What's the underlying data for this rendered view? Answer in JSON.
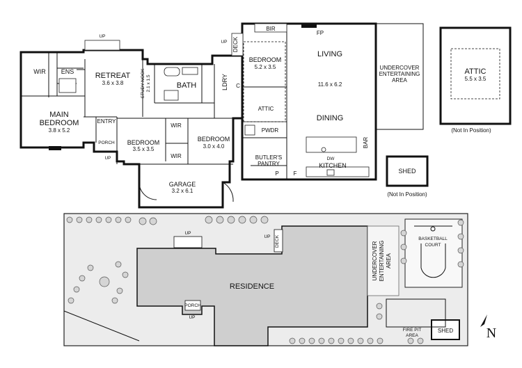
{
  "floor_plan": {
    "rooms": {
      "wir_main": "WIR",
      "ens": "ENS",
      "retreat": "RETREAT",
      "retreat_size": "3.6 x 3.8",
      "main_bedroom": "MAIN",
      "main_bedroom_2": "BEDROOM",
      "main_bedroom_size": "3.8 x 5.2",
      "entry": "ENTRY",
      "porch": "PORCH",
      "study_nook": "STUDY NOOK",
      "study_nook_size": "2.1 x 1.5",
      "bath": "BATH",
      "ldry": "LDRY",
      "c": "C",
      "wir_upper": "WIR",
      "wir_lower": "WIR",
      "bedroom_left": "BEDROOM",
      "bedroom_left_size": "3.5 x 3.5",
      "bedroom_right": "BEDROOM",
      "bedroom_right_size": "3.0 x 4.0",
      "garage": "GARAGE",
      "garage_size": "3.2 x 6.1",
      "deck": "DECK",
      "bir": "BIR",
      "fp": "FP",
      "bedroom_top": "BEDROOM",
      "bedroom_top_size": "5.2 x 3.5",
      "attic_inner": "ATTIC",
      "pwdr": "PWDR",
      "butlers_pantry_1": "BUTLER'S",
      "butlers_pantry_2": "PANTRY",
      "p": "P",
      "f": "F",
      "living": "LIVING",
      "living_size": "11.6 x 6.2",
      "dining": "DINING",
      "dw": "DW",
      "kitchen": "KITCHEN",
      "bar": "BAR",
      "undercover_1": "UNDERCOVER",
      "undercover_2": "ENTERTAINING",
      "undercover_3": "AREA",
      "attic_box": "ATTIC",
      "attic_box_size": "5.5 x 3.5",
      "attic_note": "(Not In Position)",
      "shed": "SHED",
      "shed_note": "(Not In Position)"
    },
    "up_labels": [
      "UP",
      "UP",
      "UP"
    ]
  },
  "site_plan": {
    "residence": "RESIDENCE",
    "deck": "DECK",
    "porch": "PORCH",
    "undercover_1": "UNDERCOVER",
    "undercover_2": "ENTERTAINING",
    "undercover_3": "AREA",
    "basketball_1": "BASKETBALL",
    "basketball_2": "COURT",
    "fire_pit_1": "FIRE PIT",
    "fire_pit_2": "AREA",
    "shed": "SHED",
    "up_labels": [
      "UP",
      "UP",
      "UP"
    ]
  },
  "compass": "N"
}
